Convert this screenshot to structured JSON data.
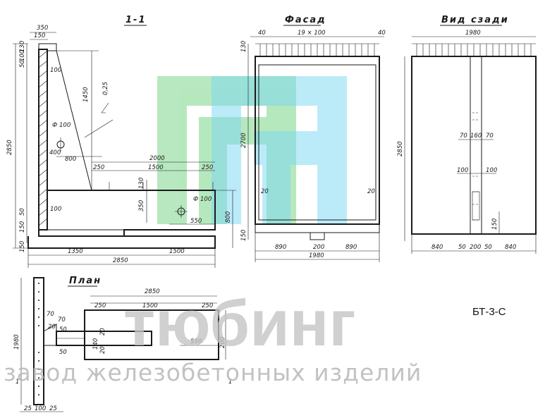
{
  "sheet": {
    "mark": "БТ-3-С",
    "section_label": "1-1",
    "view_front_label": "Фасад",
    "view_back_label": "Вид сзади",
    "view_plan_label": "План",
    "cut_marks": [
      "1",
      "1"
    ]
  },
  "watermark": {
    "logo_name": "ГЛ-square-logo",
    "brand": "тюбинг",
    "tagline": "завод железобетонных изделий",
    "green_color": "#7cd68a",
    "blue_color": "#79d8f2"
  },
  "section_dims": {
    "top_350": "350",
    "top_150": "150",
    "left_130": "130",
    "left_100a": "100",
    "left_50a": "50",
    "left_100b": "100",
    "height_2850": "2850",
    "height_1450": "1450",
    "slope": "0,25",
    "hole_d100": "Ф 100",
    "dim_400": "400",
    "dim_800": "800",
    "dim_2000": "2000",
    "dim_250a": "250",
    "dim_1500": "1500",
    "dim_250b": "250",
    "dim_130": "130",
    "dim_350": "350",
    "hole_d100b": "Ф 100",
    "dim_550": "550",
    "dim_800b": "800",
    "left_100c": "100",
    "left_50b": "50",
    "left_150a": "150",
    "left_150b": "150",
    "base_1350": "1350",
    "base_1500": "1500",
    "base_2850": "2850"
  },
  "front_dims": {
    "top_40a": "40",
    "top_ribs": "19 × 100",
    "top_40b": "40",
    "left_130": "130",
    "height_2700": "2700",
    "inner_20a": "20",
    "inner_20b": "20",
    "left_150": "150",
    "base_890a": "890",
    "base_200": "200",
    "base_890b": "890",
    "total_1980": "1980"
  },
  "back_dims": {
    "top_1980": "1980",
    "height_2850": "2850",
    "rib_70a": "70",
    "rib_160": "160",
    "rib_70b": "70",
    "rib_100a": "100",
    "rib_100b": "100",
    "rib_150": "150",
    "base_840a": "840",
    "base_50": "50",
    "base_200": "200",
    "base_50b": "50",
    "base_840b": "840"
  },
  "plan_dims": {
    "top_2850": "2850",
    "dim_250a": "250",
    "dim_1500": "1500",
    "dim_250b": "250",
    "left_1980": "1980",
    "dim_70a": "70",
    "dim_70b": "70",
    "dim_20a": "20",
    "dim_50a": "50",
    "dim_50b": "50",
    "dim_20b": "20",
    "dim_140": "140",
    "dim_20c": "20",
    "dim_550": "550",
    "dim_200": "200",
    "base_25a": "25",
    "base_100": "100",
    "base_25b": "25"
  }
}
